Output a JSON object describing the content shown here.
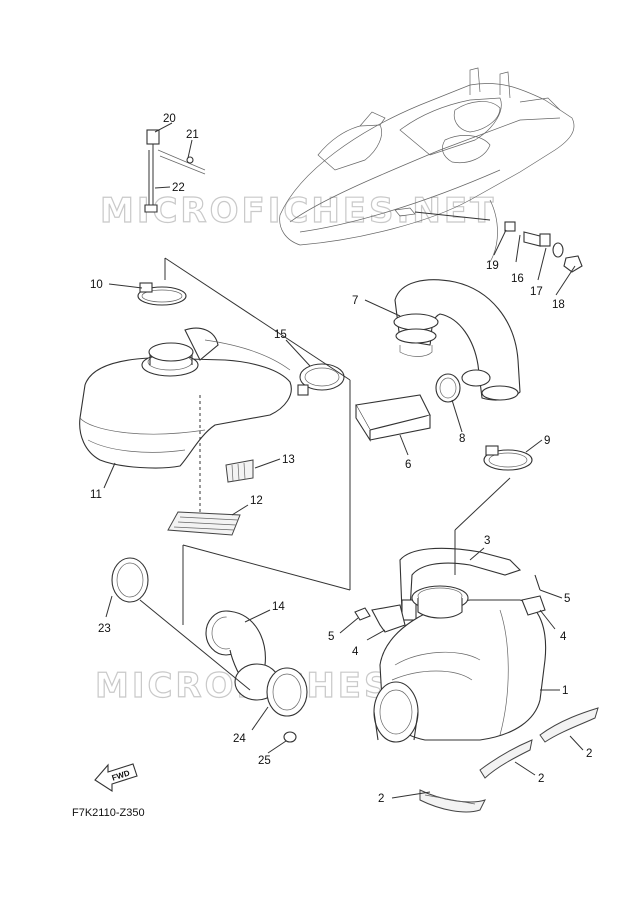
{
  "diagram": {
    "code": "F7K2110-Z350",
    "watermark": "MICROFICHES.NET",
    "fwd_label": "FWD",
    "callouts": [
      {
        "id": "c1",
        "label": "1"
      },
      {
        "id": "c2a",
        "label": "2"
      },
      {
        "id": "c2b",
        "label": "2"
      },
      {
        "id": "c2c",
        "label": "2"
      },
      {
        "id": "c3",
        "label": "3"
      },
      {
        "id": "c4a",
        "label": "4"
      },
      {
        "id": "c4b",
        "label": "4"
      },
      {
        "id": "c5a",
        "label": "5"
      },
      {
        "id": "c5b",
        "label": "5"
      },
      {
        "id": "c6",
        "label": "6"
      },
      {
        "id": "c7",
        "label": "7"
      },
      {
        "id": "c8",
        "label": "8"
      },
      {
        "id": "c9",
        "label": "9"
      },
      {
        "id": "c10",
        "label": "10"
      },
      {
        "id": "c11",
        "label": "11"
      },
      {
        "id": "c12",
        "label": "12"
      },
      {
        "id": "c13",
        "label": "13"
      },
      {
        "id": "c14",
        "label": "14"
      },
      {
        "id": "c15",
        "label": "15"
      },
      {
        "id": "c16",
        "label": "16"
      },
      {
        "id": "c17",
        "label": "17"
      },
      {
        "id": "c18",
        "label": "18"
      },
      {
        "id": "c19",
        "label": "19"
      },
      {
        "id": "c20",
        "label": "20"
      },
      {
        "id": "c21",
        "label": "21"
      },
      {
        "id": "c22",
        "label": "22"
      },
      {
        "id": "c23",
        "label": "23"
      },
      {
        "id": "c24",
        "label": "24"
      },
      {
        "id": "c25",
        "label": "25"
      }
    ]
  }
}
